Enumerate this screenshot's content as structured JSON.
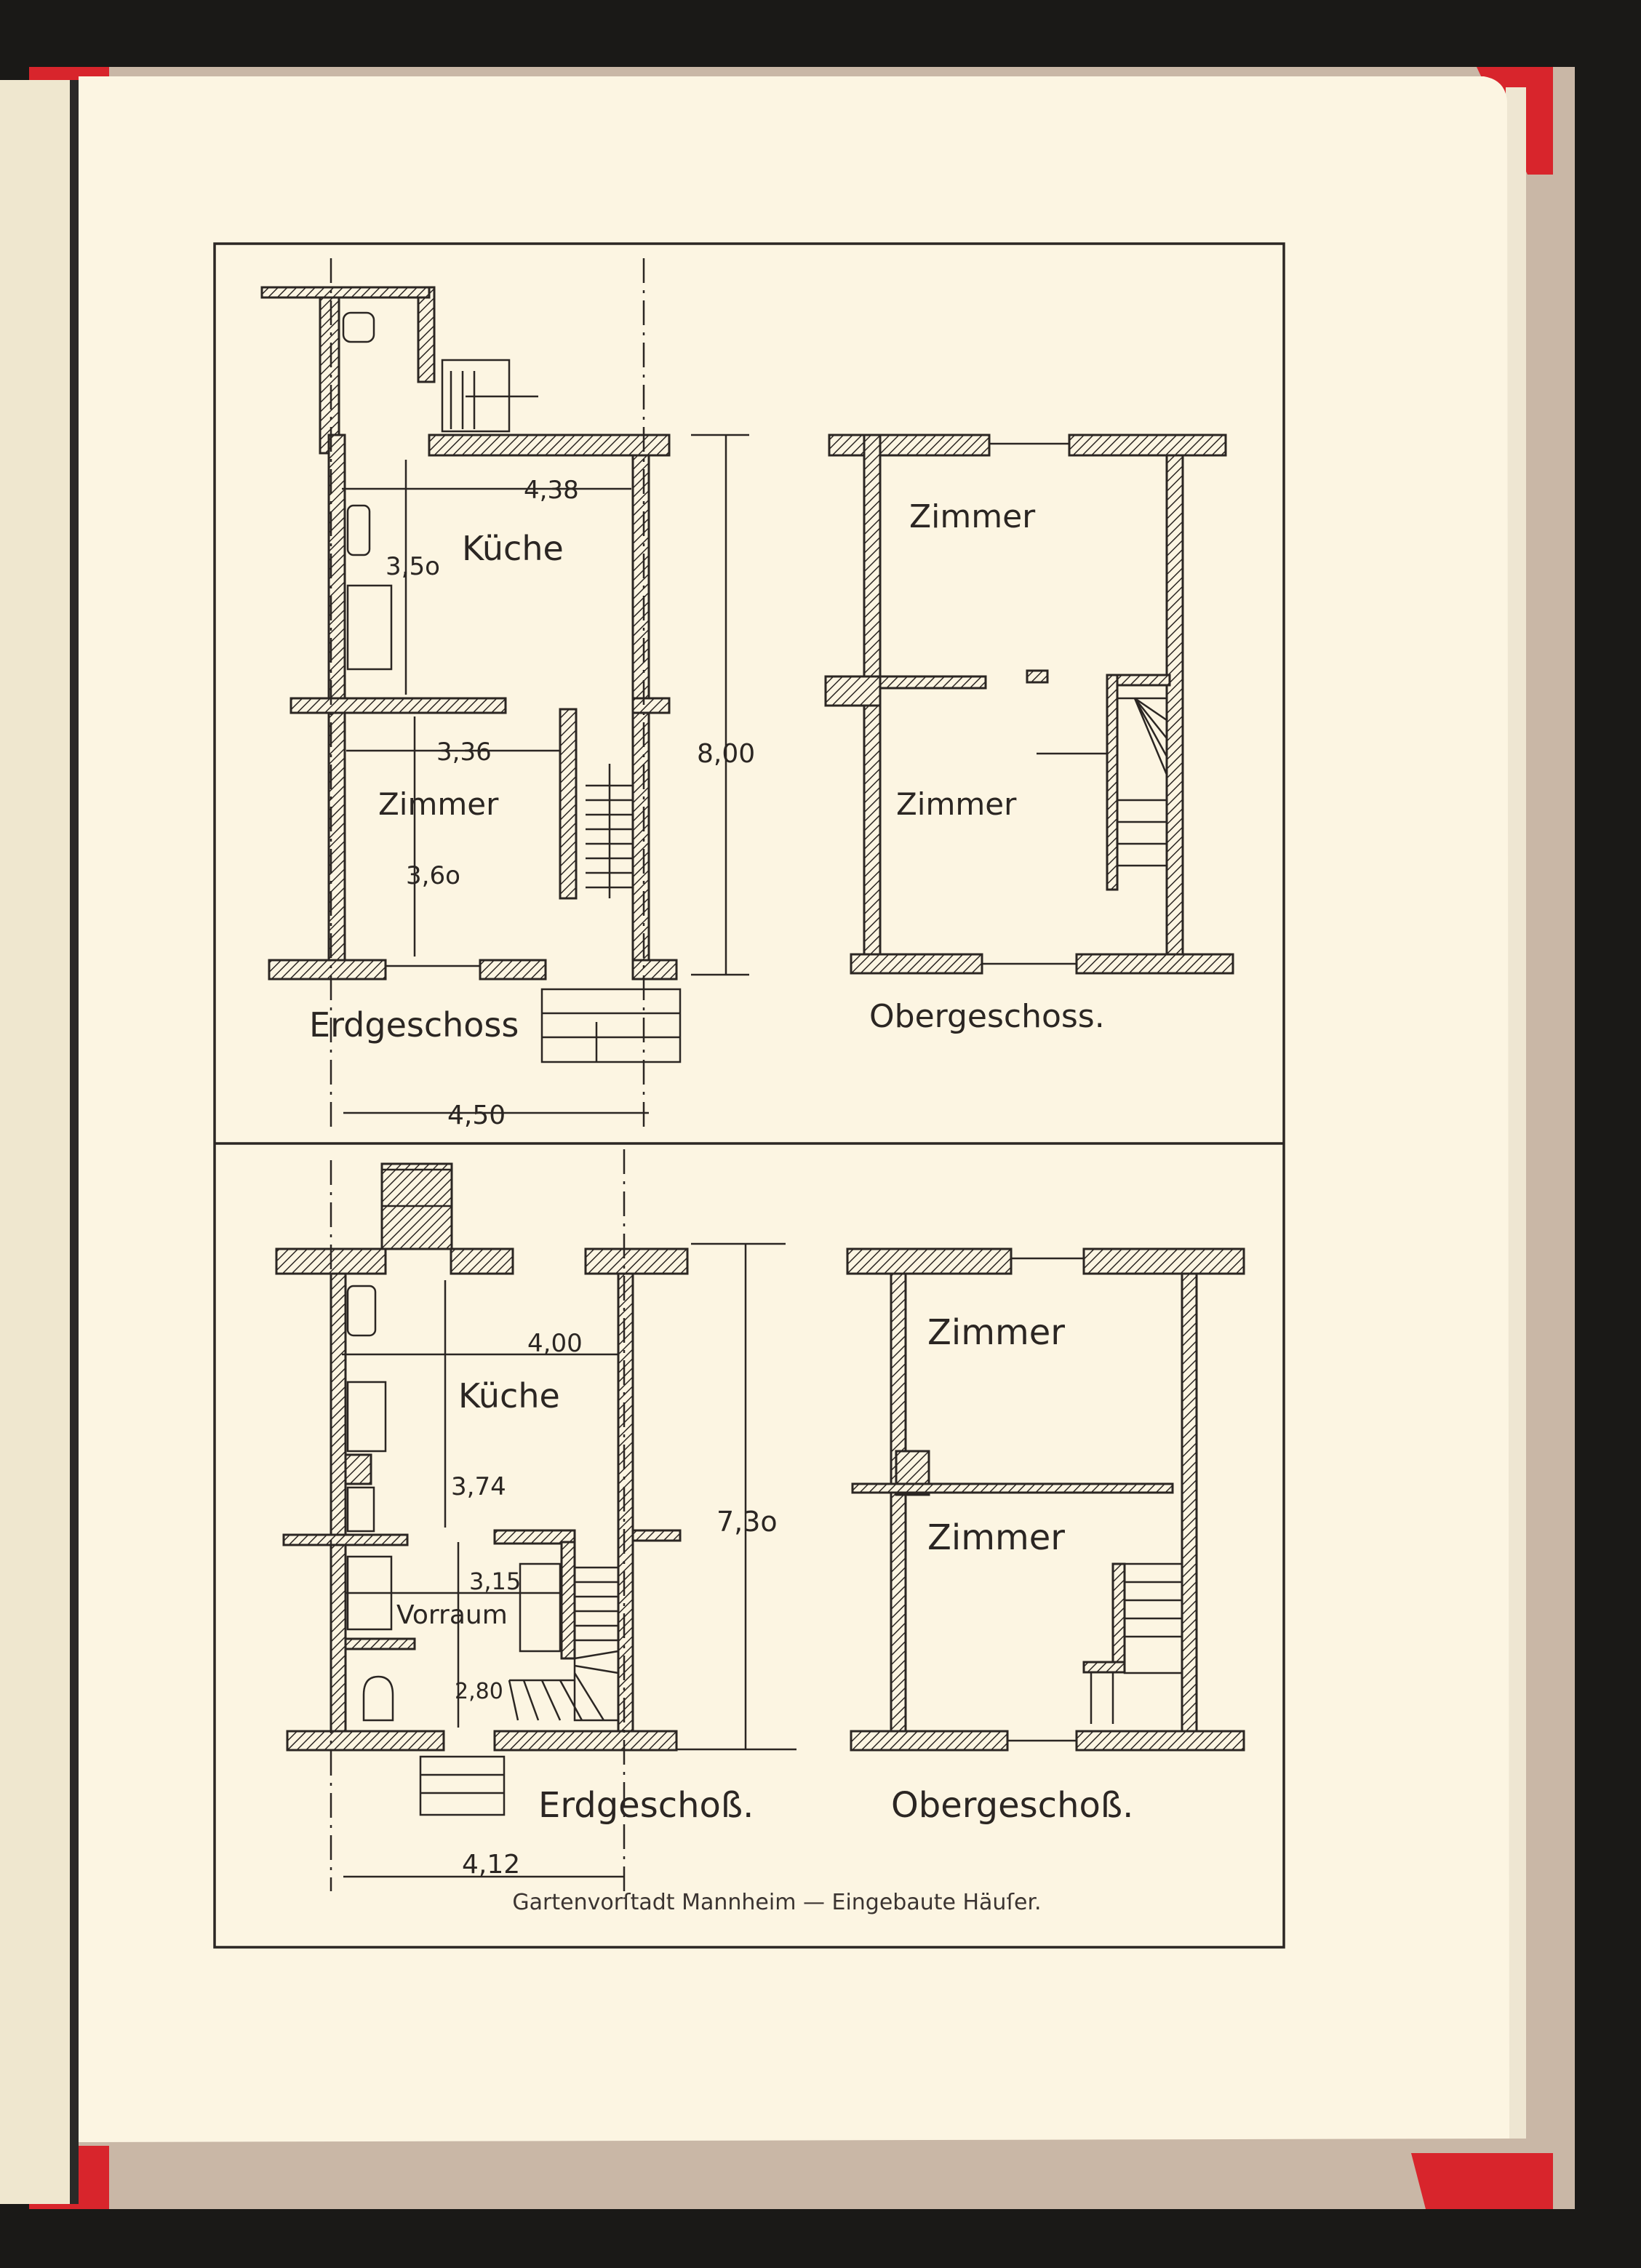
{
  "colors": {
    "background": "#1a1917",
    "board": "#c9b7a6",
    "cloth_red": "#d8252c",
    "paper": "#fcf5e2",
    "ink": "#2b2623"
  },
  "plan1": {
    "ground_label": "Erdgeschoss",
    "upper_label": "Obergeschoss.",
    "kitchen": "Küche",
    "room_ground": "Zimmer",
    "room_upper_front": "Zimmer",
    "room_upper_back": "Zimmer",
    "dim_kitchen_width": "4,38",
    "dim_kitchen_depth": "3,5o",
    "dim_room_width": "3,36",
    "dim_room_depth": "3,6o",
    "dim_total_depth": "8,00",
    "dim_total_width": "4,50"
  },
  "plan2": {
    "ground_label": "Erdgeschoß.",
    "upper_label": "Obergeschoß.",
    "kitchen": "Küche",
    "vestibule": "Vorraum",
    "room_upper_front": "Zimmer",
    "room_upper_back": "Zimmer",
    "dim_kitchen_width": "4,00",
    "dim_kitchen_depth": "3,74",
    "dim_vestibule_width": "3,15",
    "dim_vestibule_depth": "2,80",
    "dim_total_depth": "7,3o",
    "dim_total_width": "4,12"
  },
  "caption": "Gartenvorſtadt Mannheim — Eingebaute Häuſer."
}
